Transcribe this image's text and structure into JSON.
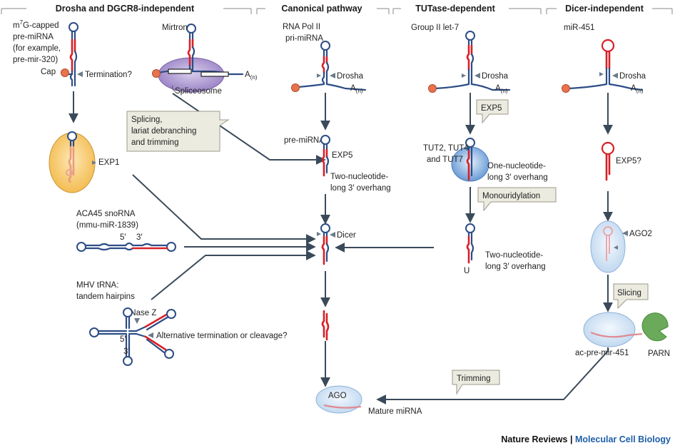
{
  "headers": {
    "drosha_independent": "Drosha and DGCR8-independent",
    "canonical": "Canonical pathway",
    "tutase": "TUTase-dependent",
    "dicer_independent": "Dicer-independent"
  },
  "labels": {
    "m7g_line1_pre": "m",
    "m7g_sup": "7",
    "m7g_line1_post": "G-capped",
    "m7g_line2": "pre-miRNA",
    "m7g_line3": "(for example,",
    "m7g_line4": "pre-mir-320)",
    "cap": "Cap",
    "termination_q": "Termination?",
    "mirtron": "Mirtron",
    "an": "A",
    "an_sub": "(n)",
    "spliceosome": "Spliceosome",
    "exp1": "EXP1",
    "rna_pol_ii": "RNA Pol II",
    "pri_mirna": "pri-miRNA",
    "drosha": "Drosha",
    "pre_mirna": "pre-miRNA",
    "exp5": "EXP5",
    "two_nt_line1": "Two-nucleotide-",
    "two_nt_line2": "long 3′ overhang",
    "dicer": "Dicer",
    "group_ii_let7": "Group II let-7",
    "tut_line1": "TUT2, TUT4",
    "tut_line2": "and TUT7",
    "one_nt_line1": "One-nucleotide-",
    "one_nt_line2": "long 3′ overhang",
    "u": "U",
    "mir451": "miR-451",
    "exp5q": "EXP5?",
    "ago2": "AGO2",
    "ac_pre_mir451": "ac-pre-mir-451",
    "parn": "PARN",
    "aca45_line1": "ACA45 snoRNA",
    "aca45_line2": "(mmu-miR-1839)",
    "five_prime": "5′",
    "three_prime": "3′",
    "mhv_line1": "MHV tRNA:",
    "mhv_line2": "tandem hairpins",
    "rnase_z": "RNase Z",
    "alt_term": "Alternative termination or cleavage?",
    "ago": "AGO",
    "mature_mirna": "Mature miRNA"
  },
  "callouts": {
    "splicing_line1": "Splicing,",
    "splicing_line2": "lariat debranching",
    "splicing_line3": "and trimming",
    "exp5": "EXP5",
    "monouridylation": "Monouridylation",
    "slicing": "Slicing",
    "trimming": "Trimming"
  },
  "credit": {
    "journal": "Nature Reviews",
    "separator": " | ",
    "title": "Molecular Cell Biology"
  },
  "colors": {
    "rna_blue": "#2c4d86",
    "mirna_red": "#d82027",
    "exp1_fill": "#f6c66c",
    "exp5_fill": "#7aa7dc",
    "ago_fill": "#dbe9f6",
    "callout_fill": "#ecebe0",
    "parn_fill": "#6aaa5a",
    "cap_fill": "#e8734f",
    "spliceosome_fill": "#a58fcb"
  }
}
